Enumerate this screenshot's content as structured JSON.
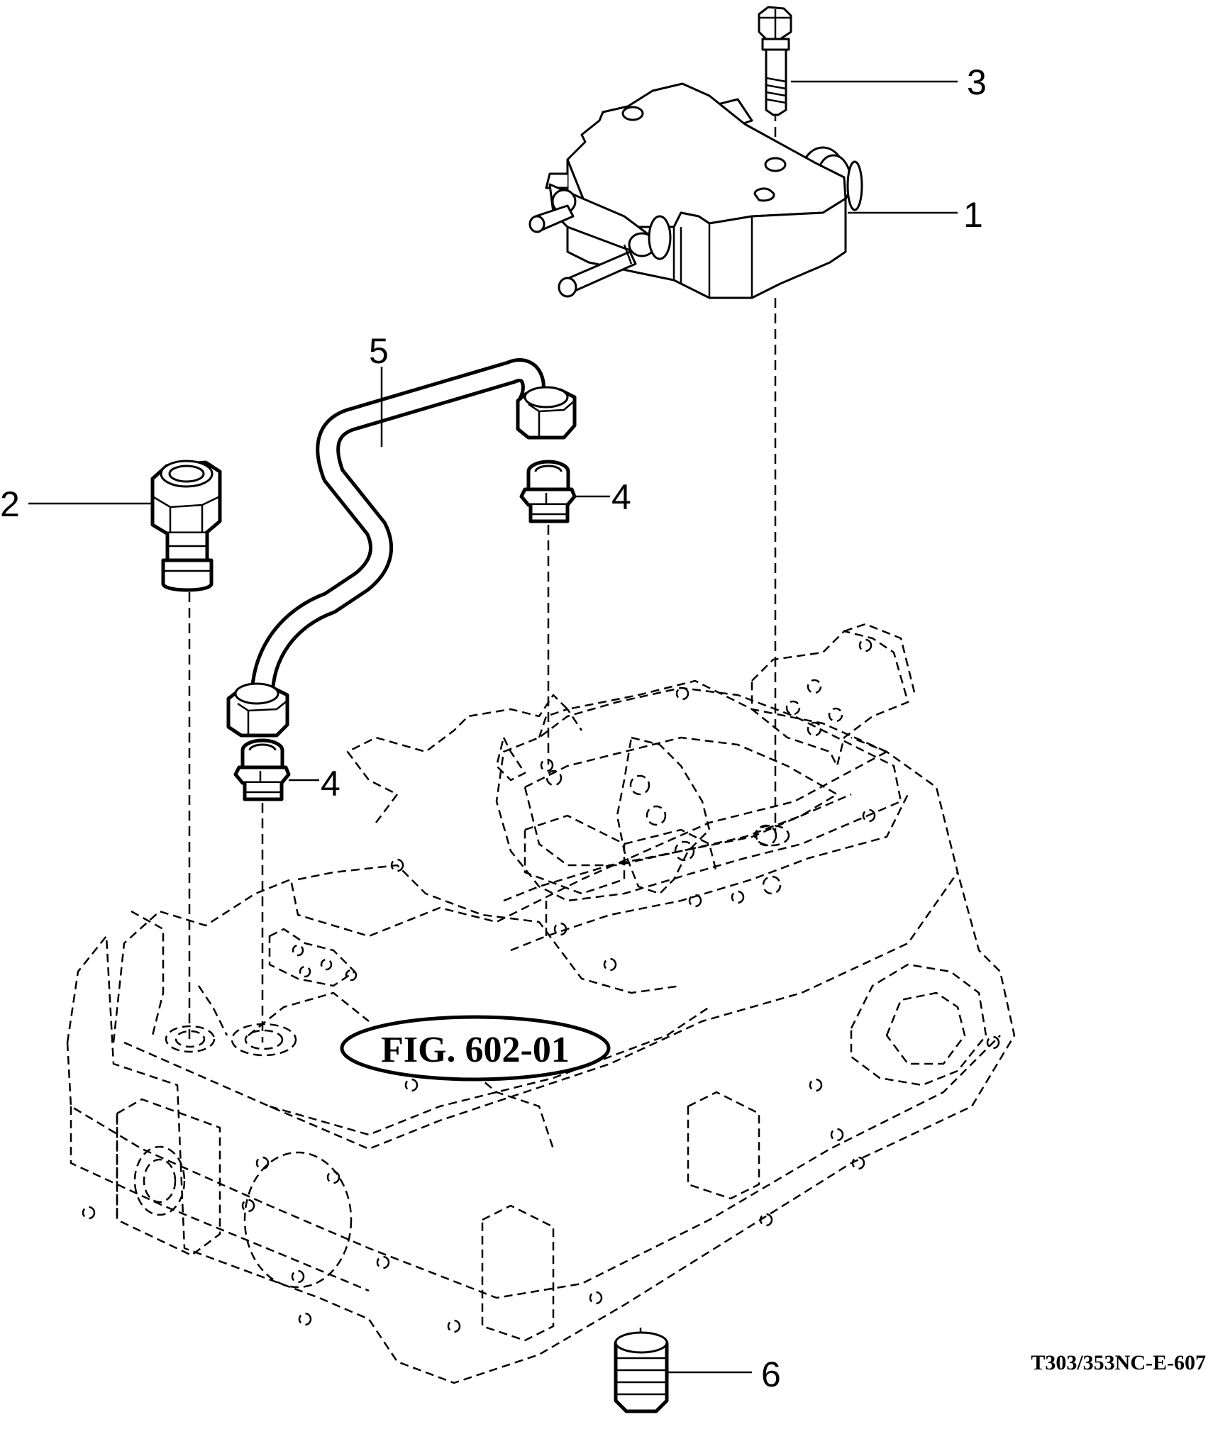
{
  "figure_reference": "FIG. 602-01",
  "drawing_code": "T303/353NC-E-607",
  "callouts": [
    {
      "id": "1",
      "label": "1"
    },
    {
      "id": "2",
      "label": "2"
    },
    {
      "id": "3",
      "label": "3"
    },
    {
      "id": "4a",
      "label": "4"
    },
    {
      "id": "4b",
      "label": "4"
    },
    {
      "id": "5",
      "label": "5"
    },
    {
      "id": "6",
      "label": "6"
    }
  ]
}
